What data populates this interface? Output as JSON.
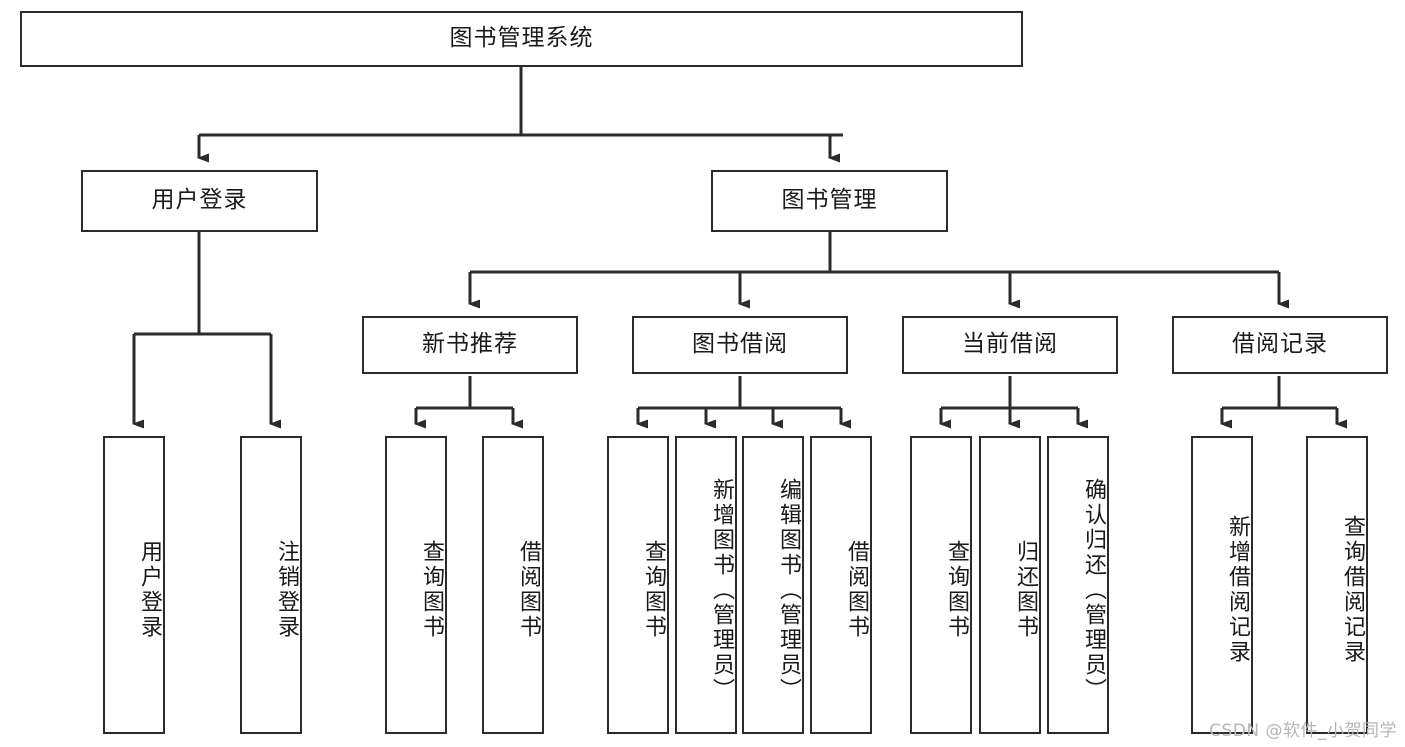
{
  "diagram": {
    "title": "图书管理系统",
    "type": "tree-hierarchy",
    "colors": {
      "box_border": "#2b2b2b",
      "box_fill": "#ffffff",
      "edge": "#2b2b2b",
      "text": "#1a1a1a",
      "watermark": "#b6b6b6",
      "background": "#ffffff"
    },
    "root": {
      "label": "图书管理系统"
    },
    "level2": [
      {
        "label": "用户登录"
      },
      {
        "label": "图书管理"
      }
    ],
    "level3": [
      {
        "label": "新书推荐"
      },
      {
        "label": "图书借阅"
      },
      {
        "label": "当前借阅"
      },
      {
        "label": "借阅记录"
      }
    ],
    "leaves": {
      "user_login": [
        {
          "label": "用户登录"
        },
        {
          "label": "注销登录"
        }
      ],
      "new_book_recommend": [
        {
          "label": "查询图书"
        },
        {
          "label": "借阅图书"
        }
      ],
      "book_borrow": [
        {
          "label": "查询图书"
        },
        {
          "label": "新增图书（管理员）"
        },
        {
          "label": "编辑图书（管理员）"
        },
        {
          "label": "借阅图书"
        }
      ],
      "current_borrow": [
        {
          "label": "查询图书"
        },
        {
          "label": "归还图书"
        },
        {
          "label": "确认归还（管理员）"
        }
      ],
      "borrow_records": [
        {
          "label": "新增借阅记录"
        },
        {
          "label": "查询借阅记录"
        }
      ]
    },
    "watermark": "CSDN @软件_小贺同学"
  }
}
